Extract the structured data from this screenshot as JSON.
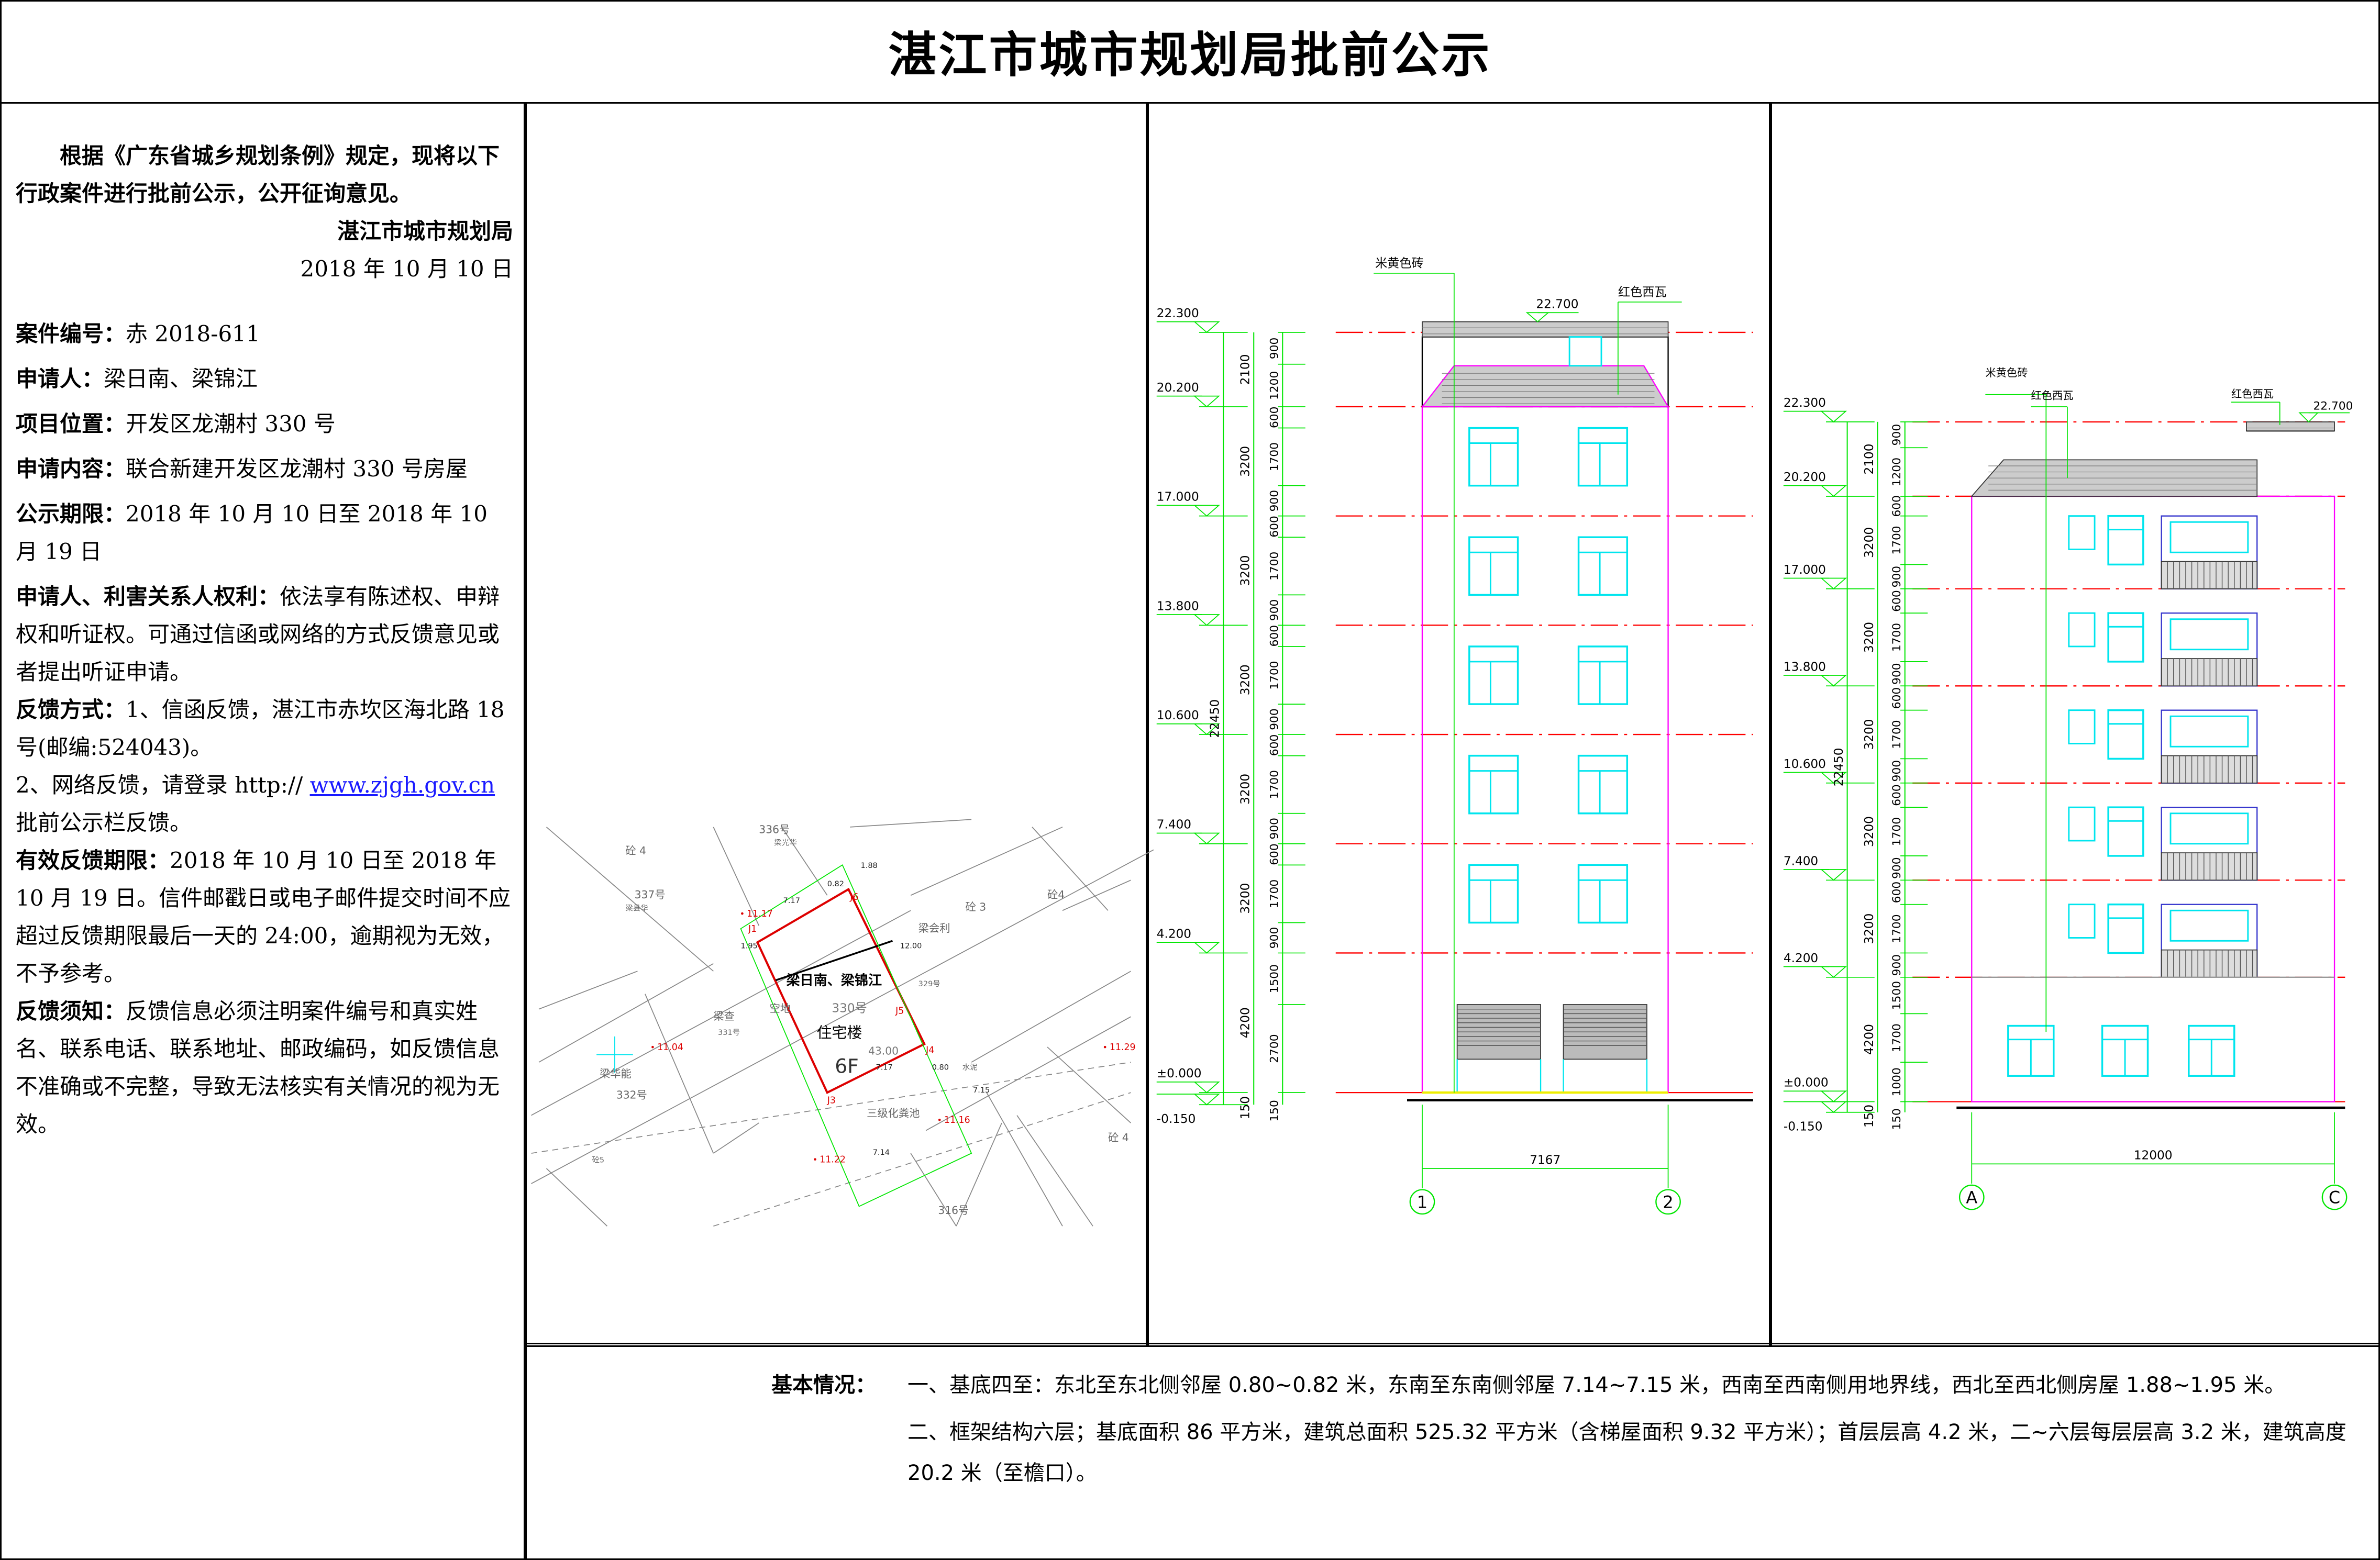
{
  "title": "湛江市城市规划局批前公示",
  "notice": {
    "intro": "根据《广东省城乡规划条例》规定，现将以下行政案件进行批前公示，公开征询意见。",
    "issuer": "湛江市城市规划局",
    "date": "2018 年 10 月 10 日",
    "case_no_label": "案件编号：",
    "case_no": "赤 2018-611",
    "applicant_label": "申请人：",
    "applicant": "梁日南、梁锦江",
    "location_label": "项目位置：",
    "location": "开发区龙潮村 330 号",
    "content_label": "申请内容：",
    "content": "联合新建开发区龙潮村 330 号房屋",
    "period_label": "公示期限：",
    "period": "2018 年 10 月 10 日至 2018 年 10 月 19 日",
    "rights_label": "申请人、利害关系人权利：",
    "rights": "依法享有陈述权、申辩权和听证权。可通过信函或网络的方式反馈意见或者提出听证申请。",
    "feedback_label": "反馈方式：",
    "feedback_1": "1、信函反馈，湛江市赤坎区海北路 18 号(邮编:524043)。",
    "feedback_2_prefix": "2、网络反馈，请登录 http:// ",
    "feedback_2_link": "www.zjgh.gov.cn",
    "feedback_2_suffix": "批前公示栏反馈。",
    "valid_label": "有效反馈期限：",
    "valid": "2018 年 10 月 10 日至 2018 年 10 月 19 日。信件邮戳日或电子邮件提交时间不应超过反馈期限最后一天的 24:00，逾期视为无效，不予参考。",
    "notes_label": "反馈须知：",
    "notes": "反馈信息必须注明案件编号和真实姓名、联系电话、联系地址、邮政编码，如反馈信息不准确或不完整，导致无法核实有关情况的视为无效。"
  },
  "site_plan": {
    "owners": "梁日南、梁锦江",
    "lot_no": "330号",
    "building": "住宅楼",
    "floors": "6F",
    "area": "43.00",
    "labels": [
      "336号",
      "梁光华",
      "砼 4",
      "337号",
      "梁县华",
      "砼 3",
      "梁会利",
      "329号",
      "砼4",
      "梁查",
      "331号",
      "梁华能",
      "332号",
      "砼5",
      "316号",
      "砼 4",
      "水泥",
      "空地",
      "三级化粪池"
    ],
    "points": [
      "J1",
      "J3",
      "J4",
      "J5",
      "J6"
    ],
    "elevations": [
      "11.17",
      "11.04",
      "11.22",
      "11.16",
      "11.29"
    ],
    "dims": [
      "7.17",
      "7.17",
      "1.95",
      "0.82",
      "1.88",
      "12.00",
      "0.80",
      "7.14",
      "7.15"
    ]
  },
  "front_elevation": {
    "levels": [
      "22.300",
      "20.200",
      "17.000",
      "13.800",
      "10.600",
      "7.400",
      "4.200",
      "±0.000",
      "-0.150"
    ],
    "total": "22450",
    "storey_dims": [
      "2100",
      "3200",
      "3200",
      "3200",
      "3200",
      "3200",
      "4200",
      "150"
    ],
    "sub_dims": [
      "900",
      "1200",
      "600",
      "1700",
      "900",
      "600",
      "1700",
      "900",
      "600",
      "1700",
      "900",
      "600",
      "1700",
      "900",
      "600",
      "1700",
      "900",
      "1500",
      "2700",
      "150"
    ],
    "top_level": "22.700",
    "material_brick": "米黄色砖",
    "material_tile": "红色西瓦",
    "width": "7167",
    "axes": [
      "1",
      "2"
    ]
  },
  "side_elevation": {
    "levels": [
      "22.300",
      "20.200",
      "17.000",
      "13.800",
      "10.600",
      "7.400",
      "4.200",
      "±0.000",
      "-0.150"
    ],
    "total": "22450",
    "storey_dims": [
      "2100",
      "3200",
      "3200",
      "3200",
      "3200",
      "3200",
      "4200",
      "150"
    ],
    "sub_dims": [
      "900",
      "1200",
      "600",
      "1700",
      "900",
      "600",
      "1700",
      "900",
      "600",
      "1700",
      "900",
      "600",
      "1700",
      "900",
      "600",
      "1700",
      "900",
      "1500",
      "1700",
      "1000",
      "150"
    ],
    "top_level": "22.700",
    "material_brick": "米黄色砖",
    "material_tile_1": "红色西瓦",
    "material_tile_2": "红色西瓦",
    "width": "12000",
    "axes": [
      "A",
      "C"
    ]
  },
  "basic_info": {
    "label": "基本情况：",
    "line1": "一、基底四至：东北至东北侧邻屋 0.80~0.82 米，东南至东南侧邻屋 7.14~7.15 米，西南至西南侧用地界线，西北至西北侧房屋 1.88~1.95 米。",
    "line2": "二、框架结构六层；基底面积 86 平方米，建筑总面积 525.32 平方米（含梯屋面积 9.32 平方米）；首层层高 4.2 米，二~六层每层层高 3.2 米，建筑高度 20.2 米（至檐口）。"
  },
  "colors": {
    "dim": "#00e600",
    "window": "#00e5ee",
    "axis": "#ff0000",
    "outline": "#ff00ff",
    "balcony": "#3333cc"
  }
}
